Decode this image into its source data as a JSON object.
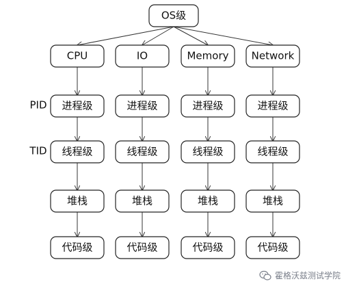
{
  "root": {
    "label": "OS级"
  },
  "columns": [
    {
      "key": "cpu",
      "label": "CPU"
    },
    {
      "key": "io",
      "label": "IO"
    },
    {
      "key": "memory",
      "label": "Memory"
    },
    {
      "key": "network",
      "label": "Network"
    }
  ],
  "row_labels": [
    "PID",
    "TID"
  ],
  "levels": [
    "进程级",
    "线程级",
    "堆栈",
    "代码级"
  ],
  "watermark": {
    "text": "霍格沃兹测试学院",
    "icon": "wechat-logo-icon"
  }
}
